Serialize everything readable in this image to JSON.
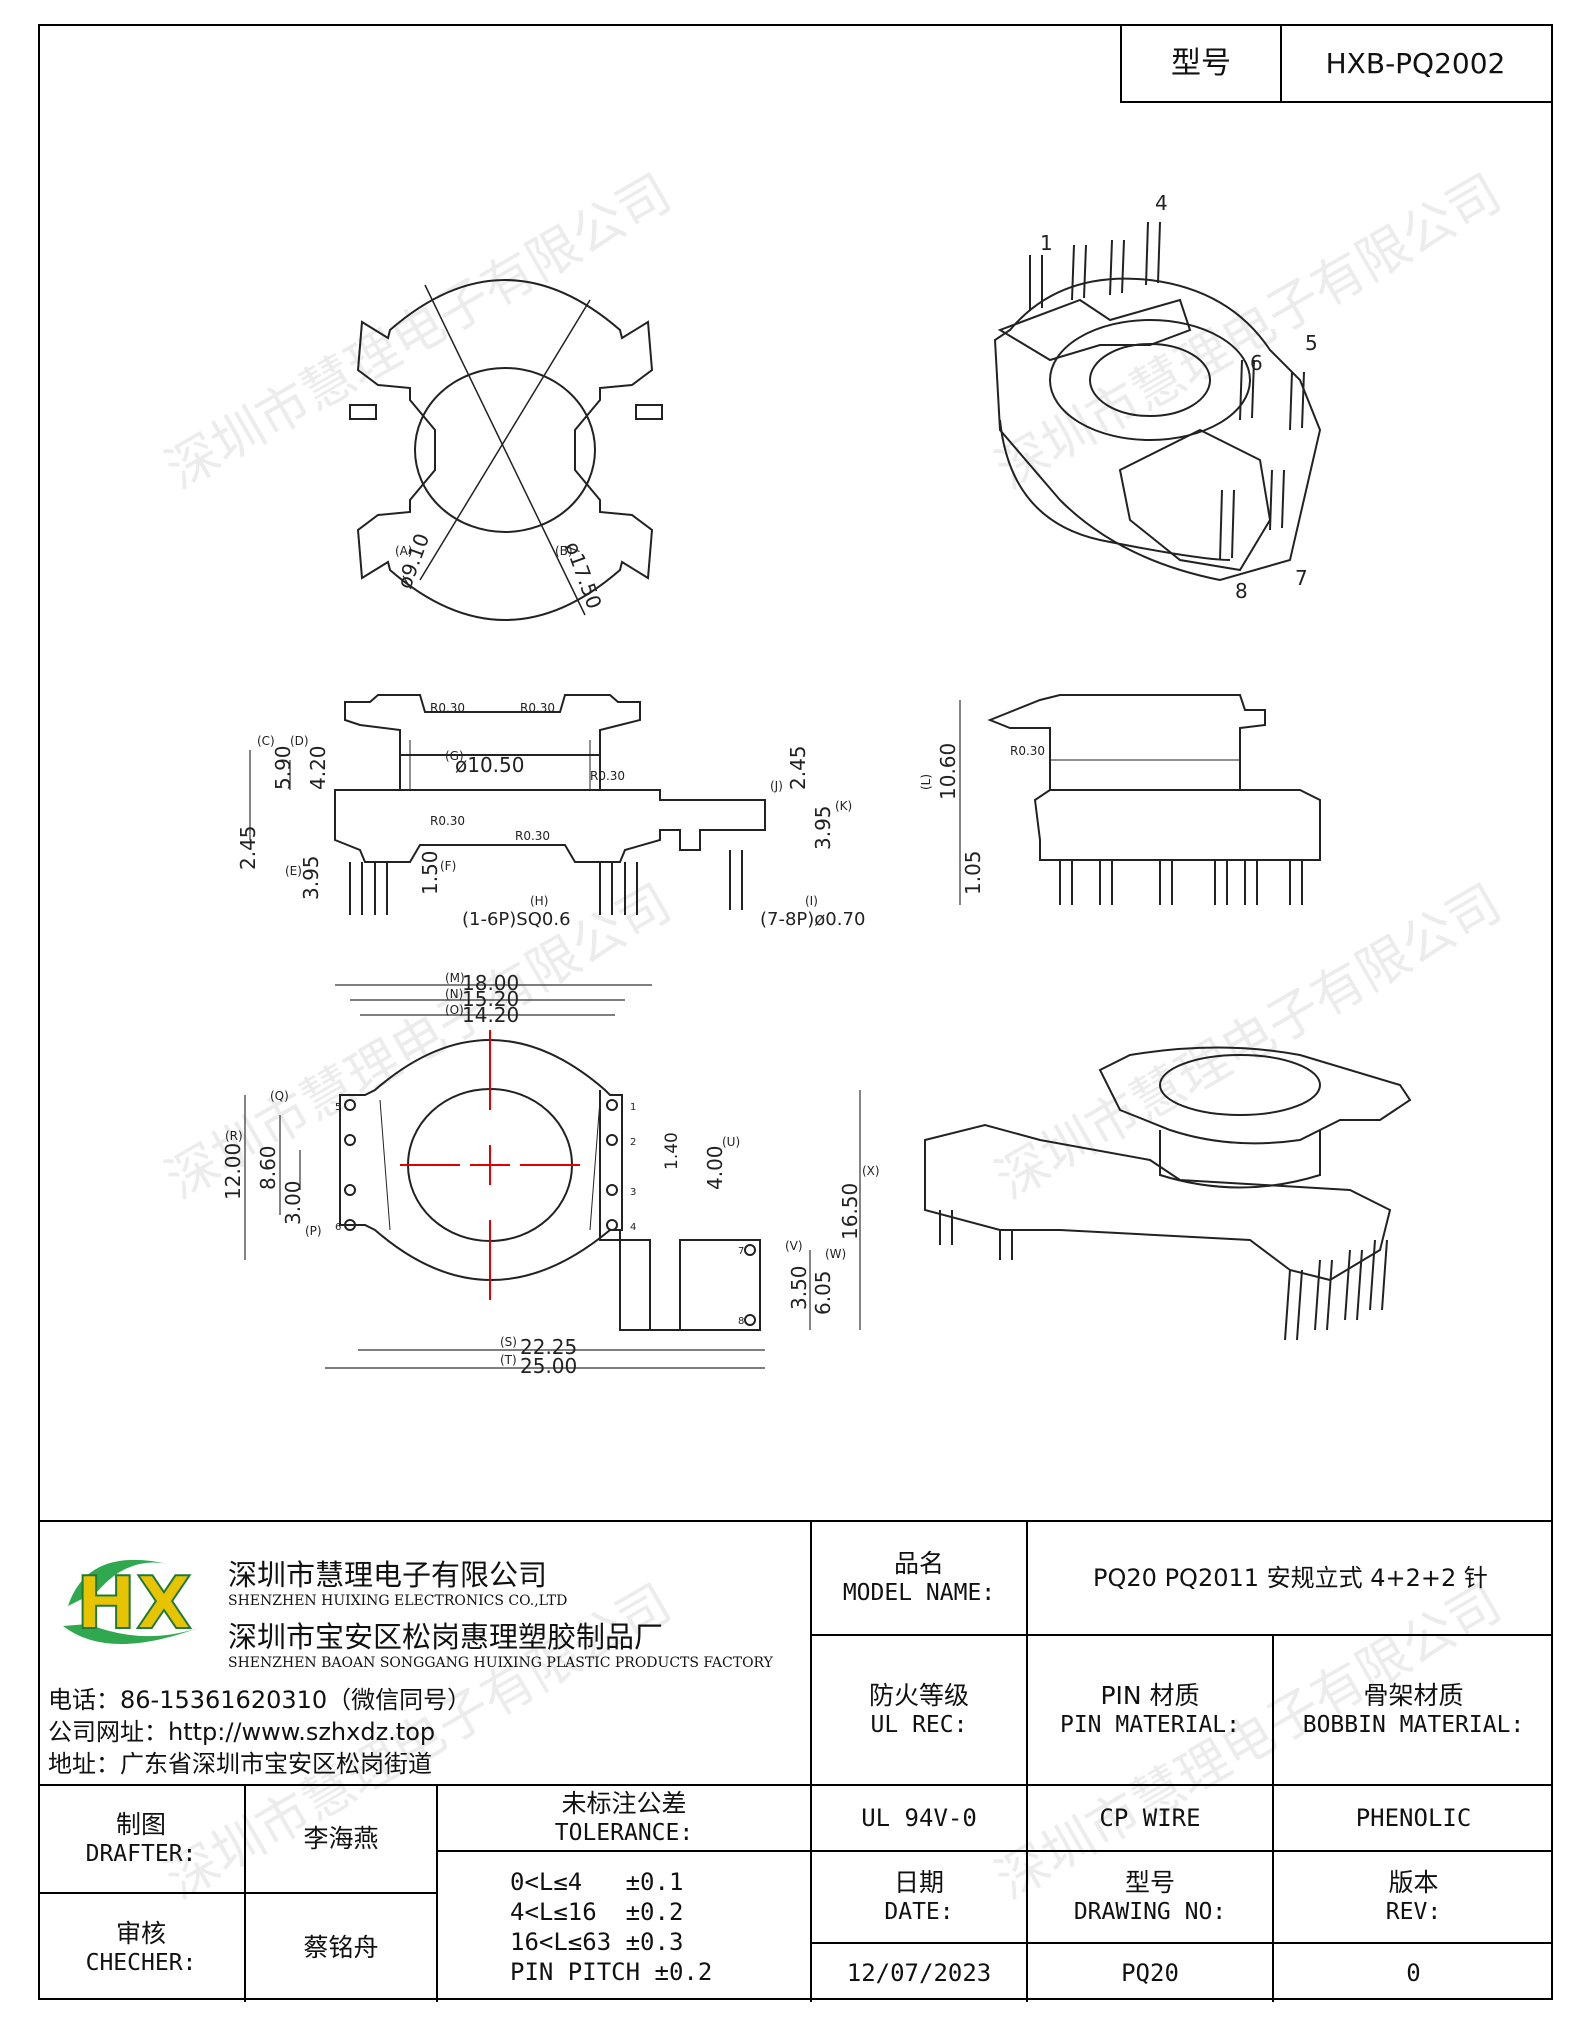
{
  "header": {
    "type_label": "型号",
    "type_value": "HXB-PQ2002"
  },
  "drawing": {
    "top_left": {
      "dia_a": "ø9.10",
      "tag_a": "(A)",
      "dia_b": "ø17.50",
      "tag_b": "(B)"
    },
    "iso_top": {
      "pins": [
        "1",
        "4",
        "5",
        "6",
        "7",
        "8"
      ]
    },
    "side": {
      "tags": [
        "(C)",
        "(D)",
        "(G)",
        "(J)",
        "(K)",
        "(E)",
        "(F)",
        "(H)",
        "(I)"
      ],
      "dims": [
        "5.90",
        "4.20",
        "ø10.50",
        "2.45",
        "3.95",
        "2.45",
        "3.95",
        "1.50"
      ],
      "radii": [
        "R0.30",
        "R0.30",
        "R0.30",
        "R0.30",
        "R0.30"
      ],
      "pin_note_left": "(1-6P)SQ0.6",
      "pin_note_right": "(7-8P)ø0.70"
    },
    "front": {
      "dims": [
        "10.60",
        "1.05"
      ],
      "tag": "(L)",
      "radius": "R0.30"
    },
    "bottom": {
      "top_dims": [
        {
          "tag": "(M)",
          "value": "18.00"
        },
        {
          "tag": "(N)",
          "value": "15.20"
        },
        {
          "tag": "(O)",
          "value": "14.20"
        }
      ],
      "left_dims": [
        {
          "tag": "(R)",
          "value": "12.00"
        },
        {
          "tag": "(Q)",
          "value": "8.60"
        },
        {
          "tag": "(P)",
          "value": "3.00"
        }
      ],
      "right_dims": [
        {
          "tag": "",
          "value": "1.40"
        },
        {
          "tag": "(U)",
          "value": "4.00"
        },
        {
          "tag": "(X)",
          "value": "16.50"
        },
        {
          "tag": "(V)",
          "value": "3.50"
        },
        {
          "tag": "(W)",
          "value": "6.05"
        }
      ],
      "bottom_dims": [
        {
          "tag": "(S)",
          "value": "22.25"
        },
        {
          "tag": "(T)",
          "value": "25.00"
        }
      ],
      "pin_numbers": [
        "1",
        "2",
        "3",
        "4",
        "5",
        "6",
        "7",
        "8"
      ]
    },
    "watermark": "深圳市慧理电子有限公司"
  },
  "company": {
    "name_cn": "深圳市慧理电子有限公司",
    "name_en": "SHENZHEN HUIXING ELECTRONICS CO.,LTD",
    "factory_cn": "深圳市宝安区松岗惠理塑胶制品厂",
    "factory_en": "SHENZHEN BAOAN SONGGANG HUIXING PLASTIC PRODUCTS FACTORY",
    "phone": "电话：86-15361620310（微信同号）",
    "website": "公司网址：http://www.szhxdz.top",
    "address": "地址：广东省深圳市宝安区松岗街道",
    "logo_letters": "HX",
    "colors": {
      "green": "#2fa84f",
      "yellow": "#e8c400",
      "dark_green": "#1e7a3a"
    }
  },
  "titleblock": {
    "model_name_cn": "品名",
    "model_name_en": "MODEL NAME:",
    "model_name_value": "PQ20 PQ2011 安规立式 4+2+2 针",
    "ul_cn": "防火等级",
    "ul_en": "UL REC:",
    "pin_mat_cn": "PIN 材质",
    "pin_mat_en": "PIN MATERIAL:",
    "bob_mat_cn": "骨架材质",
    "bob_mat_en": "BOBBIN MATERIAL:",
    "ul_value": "UL 94V-0",
    "pin_mat_value": "CP WIRE",
    "bob_mat_value": "PHENOLIC",
    "drafter_cn": "制图",
    "drafter_en": "DRAFTER:",
    "drafter_value": "李海燕",
    "checker_cn": "审核",
    "checker_en": "CHECHER:",
    "checker_value": "蔡铭舟",
    "tol_cn": "未标注公差",
    "tol_en": "TOLERANCE:",
    "tol_lines": [
      "0<L≤4   ±0.1",
      "4<L≤16  ±0.2",
      "16<L≤63 ±0.3",
      "PIN PITCH ±0.2"
    ],
    "date_cn": "日期",
    "date_en": "DATE:",
    "date_value": "12/07/2023",
    "dwg_cn": "型号",
    "dwg_en": "DRAWING NO:",
    "dwg_value": "PQ20",
    "rev_cn": "版本",
    "rev_en": "REV:",
    "rev_value": "0"
  }
}
